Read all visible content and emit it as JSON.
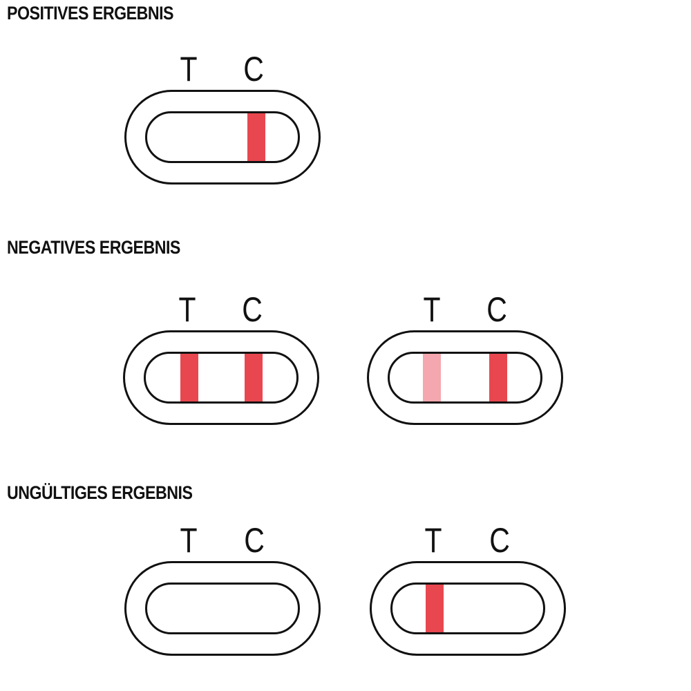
{
  "colors": {
    "line_strong": "#e8474f",
    "line_faint": "#f4a7ae",
    "outline": "#111111"
  },
  "sections": [
    {
      "title": "POSITIVES ERGEBNIS",
      "tests": [
        {
          "t_label": "T",
          "c_label": "C",
          "t_line": "none",
          "c_line": "strong"
        }
      ]
    },
    {
      "title": "NEGATIVES ERGEBNIS",
      "tests": [
        {
          "t_label": "T",
          "c_label": "C",
          "t_line": "strong",
          "c_line": "strong"
        },
        {
          "t_label": "T",
          "c_label": "C",
          "t_line": "faint",
          "c_line": "strong"
        }
      ]
    },
    {
      "title": "UNGÜLTIGES ERGEBNIS",
      "tests": [
        {
          "t_label": "T",
          "c_label": "C",
          "t_line": "none",
          "c_line": "none"
        },
        {
          "t_label": "T",
          "c_label": "C",
          "t_line": "strong",
          "c_line": "none"
        }
      ]
    }
  ]
}
